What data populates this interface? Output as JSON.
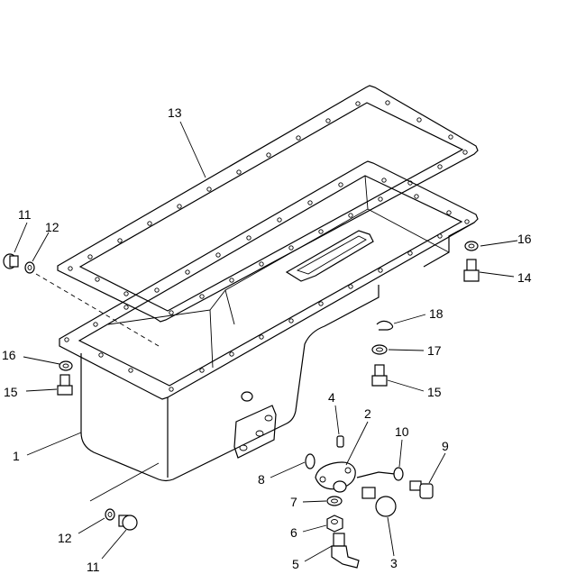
{
  "callouts": {
    "c1": "1",
    "c2": "2",
    "c3": "3",
    "c4": "4",
    "c5": "5",
    "c6": "6",
    "c7": "7",
    "c8": "8",
    "c9": "9",
    "c10": "10",
    "c11a": "11",
    "c11b": "11",
    "c12a": "12",
    "c12b": "12",
    "c13": "13",
    "c14": "14",
    "c15a": "15",
    "c15b": "15",
    "c16a": "16",
    "c16b": "16",
    "c17": "17",
    "c18": "18"
  }
}
